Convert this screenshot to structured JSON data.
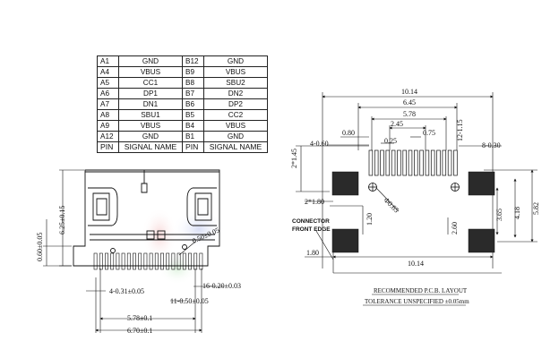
{
  "pin_table": {
    "rows": [
      {
        "pin_a": "A1",
        "sig_a": "GND",
        "pin_b": "B12",
        "sig_b": "GND"
      },
      {
        "pin_a": "A4",
        "sig_a": "VBUS",
        "pin_b": "B9",
        "sig_b": "VBUS"
      },
      {
        "pin_a": "A5",
        "sig_a": "CC1",
        "pin_b": "B8",
        "sig_b": "SBU2"
      },
      {
        "pin_a": "A6",
        "sig_a": "DP1",
        "pin_b": "B7",
        "sig_b": "DN2"
      },
      {
        "pin_a": "A7",
        "sig_a": "DN1",
        "pin_b": "B6",
        "sig_b": "DP2"
      },
      {
        "pin_a": "A8",
        "sig_a": "SBU1",
        "pin_b": "B5",
        "sig_b": "CC2"
      },
      {
        "pin_a": "A9",
        "sig_a": "VBUS",
        "pin_b": "B4",
        "sig_b": "VBUS"
      },
      {
        "pin_a": "A12",
        "sig_a": "GND",
        "pin_b": "B1",
        "sig_b": "GND"
      }
    ],
    "header": {
      "pin": "PIN",
      "signal": "SIGNAL NAME"
    }
  },
  "left_view": {
    "dim_height_total": "6.25±0.15",
    "dim_height_low": "0.60±0.05",
    "dim_pitch": "0.50±0.05",
    "dim_pin_width": "16-0.20±0.03",
    "dim_hole": "4-0.31±0.05",
    "dim_pins": "11-0.50±0.05",
    "dim_width_inner": "5.78±0.1",
    "dim_width_outer": "6.70±0.1"
  },
  "pcb_layout": {
    "dim_overall": "10.14",
    "dim_pad_span": "6.45",
    "dim_pad_inner": "5.78",
    "dim_245": "2.45",
    "dim_080": "0.80",
    "dim_075": "0.75",
    "dim_025": "0.25",
    "dim_4x060": "4-0.60",
    "dim_8x030": "8-0.30",
    "dim_12x115": "12-1.15",
    "dim_2x145": "2*1.45",
    "dim_2x180": "2*1.80",
    "dim_hole_dia": "Φ0.65",
    "dim_120": "1.20",
    "dim_260": "2.60",
    "dim_365": "3.65",
    "dim_418": "4.18",
    "dim_582": "5.82",
    "dim_180": "1.80",
    "dim_bottom": "10.14",
    "edge_label_1": "CONNECTOR",
    "edge_label_2": "FRONT EDGE",
    "caption_1": "RECOMMENDED  P.C.B.  LAYOUT",
    "caption_2": "TOLERANCE  UNSPECIFIED  ±0.05mm"
  }
}
